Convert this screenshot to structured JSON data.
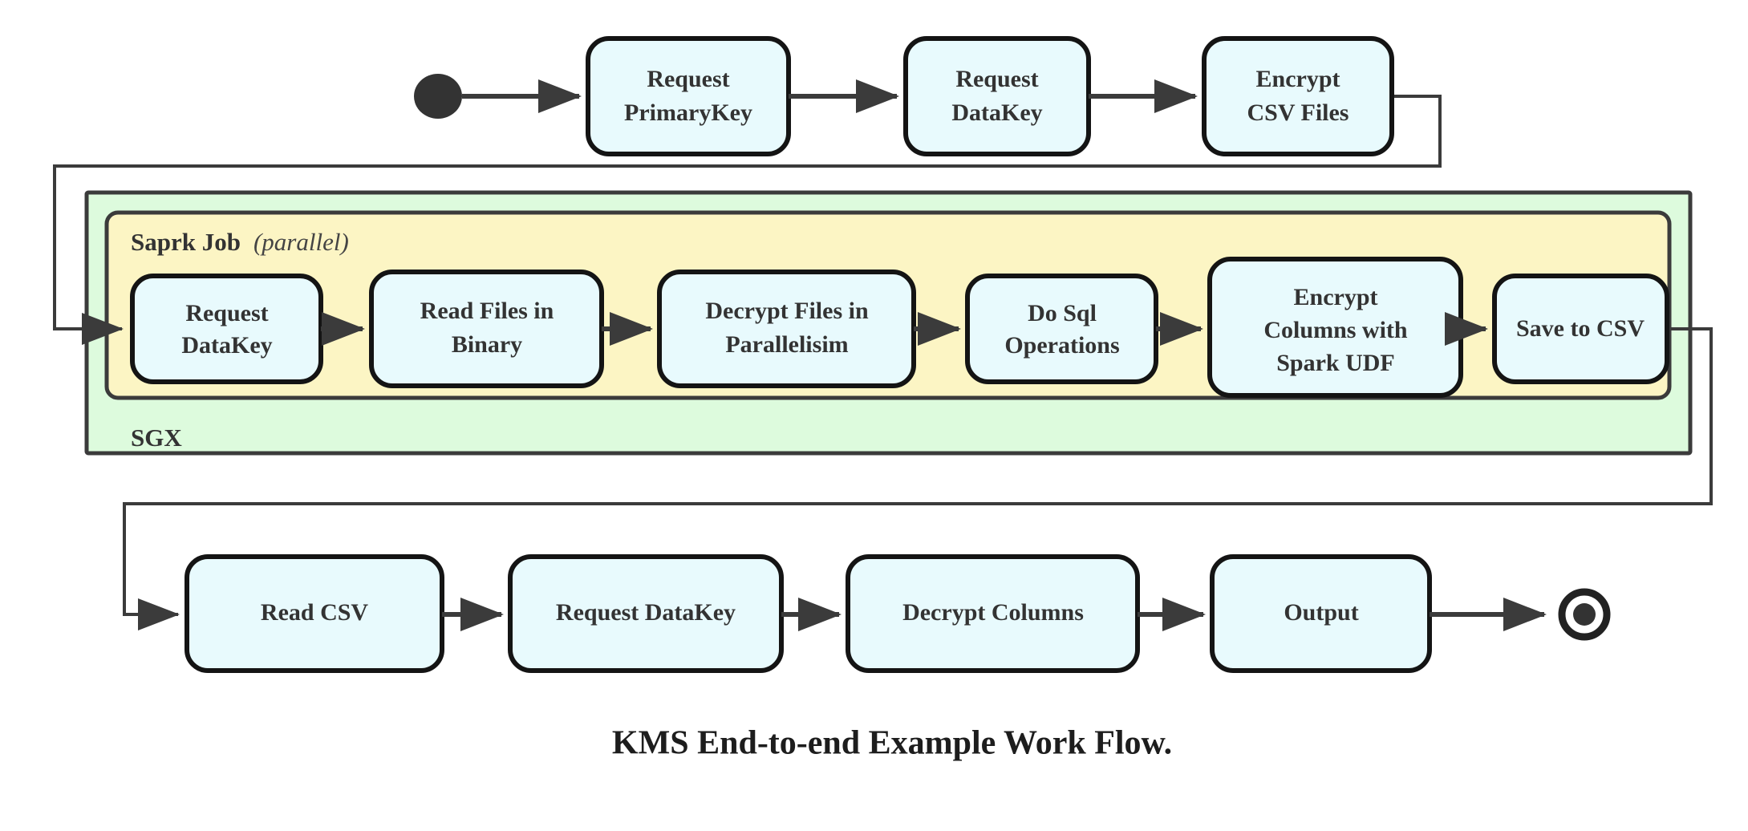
{
  "diagram": {
    "title": "KMS End-to-end Example Work Flow.",
    "type": "uml-activity-diagram",
    "colors": {
      "node_fill": "#e8fafd",
      "node_stroke": "#141414",
      "sgx_container_fill": "#ddfbdd",
      "spark_container_fill": "#fcf5c4",
      "container_stroke": "#3b3b3b",
      "edge": "#3b3b3b",
      "text": "#333333"
    },
    "containers": {
      "outer": {
        "label": "SGX"
      },
      "inner": {
        "label": "Saprk Job",
        "qualifier": "(parallel)",
        "qualifier_italic_text": "parallel"
      }
    },
    "markers": {
      "start": "initial-state-node",
      "end": "final-state-node"
    },
    "rows": {
      "top": [
        {
          "id": "request-primarykey",
          "lines": [
            "Request",
            "PrimaryKey"
          ]
        },
        {
          "id": "request-datakey-top",
          "lines": [
            "Request",
            "DataKey"
          ]
        },
        {
          "id": "encrypt-csv-files",
          "lines": [
            "Encrypt",
            "CSV Files"
          ]
        }
      ],
      "middle": [
        {
          "id": "request-datakey-spark",
          "lines": [
            "Request",
            "DataKey"
          ]
        },
        {
          "id": "read-files-in-binary",
          "lines": [
            "Read Files in",
            "Binary"
          ]
        },
        {
          "id": "decrypt-files-in-parallelisim",
          "lines": [
            "Decrypt Files in",
            "Parallelisim"
          ]
        },
        {
          "id": "do-sql-operations",
          "lines": [
            "Do Sql",
            "Operations"
          ]
        },
        {
          "id": "encrypt-columns-with-spark-udf",
          "lines": [
            "Encrypt",
            "Columns with",
            "Spark UDF"
          ]
        },
        {
          "id": "save-to-csv",
          "lines": [
            "Save to CSV"
          ]
        }
      ],
      "bottom": [
        {
          "id": "read-csv",
          "lines": [
            "Read CSV"
          ]
        },
        {
          "id": "request-datakey-bottom",
          "lines": [
            "Request DataKey"
          ]
        },
        {
          "id": "decrypt-columns",
          "lines": [
            "Decrypt Columns"
          ]
        },
        {
          "id": "output",
          "lines": [
            "Output"
          ]
        }
      ]
    }
  },
  "chart_data": {
    "type": "diagram",
    "title": "KMS End-to-end Example Work Flow.",
    "nodes": [
      "start",
      "Request PrimaryKey",
      "Request DataKey",
      "Encrypt CSV Files",
      "Request DataKey",
      "Read Files in Binary",
      "Decrypt Files in Parallelisim",
      "Do Sql Operations",
      "Encrypt Columns with Spark UDF",
      "Save to CSV",
      "Read CSV",
      "Request DataKey",
      "Decrypt Columns",
      "Output",
      "end"
    ],
    "edges": [
      [
        "start",
        "Request PrimaryKey"
      ],
      [
        "Request PrimaryKey",
        "Request DataKey"
      ],
      [
        "Request DataKey",
        "Encrypt CSV Files"
      ],
      [
        "Encrypt CSV Files",
        "Request DataKey (Spark)"
      ],
      [
        "Request DataKey (Spark)",
        "Read Files in Binary"
      ],
      [
        "Read Files in Binary",
        "Decrypt Files in Parallelisim"
      ],
      [
        "Decrypt Files in Parallelisim",
        "Do Sql Operations"
      ],
      [
        "Do Sql Operations",
        "Encrypt Columns with Spark UDF"
      ],
      [
        "Encrypt Columns with Spark UDF",
        "Save to CSV"
      ],
      [
        "Save to CSV",
        "Read CSV"
      ],
      [
        "Read CSV",
        "Request DataKey (bottom)"
      ],
      [
        "Request DataKey (bottom)",
        "Decrypt Columns"
      ],
      [
        "Decrypt Columns",
        "Output"
      ],
      [
        "Output",
        "end"
      ]
    ],
    "groups": [
      {
        "label": "SGX",
        "contains": [
          "Saprk Job (parallel)"
        ]
      },
      {
        "label": "Saprk Job (parallel)",
        "contains": [
          "Request DataKey",
          "Read Files in Binary",
          "Decrypt Files in Parallelisim",
          "Do Sql Operations",
          "Encrypt Columns with Spark UDF",
          "Save to CSV"
        ]
      }
    ]
  }
}
